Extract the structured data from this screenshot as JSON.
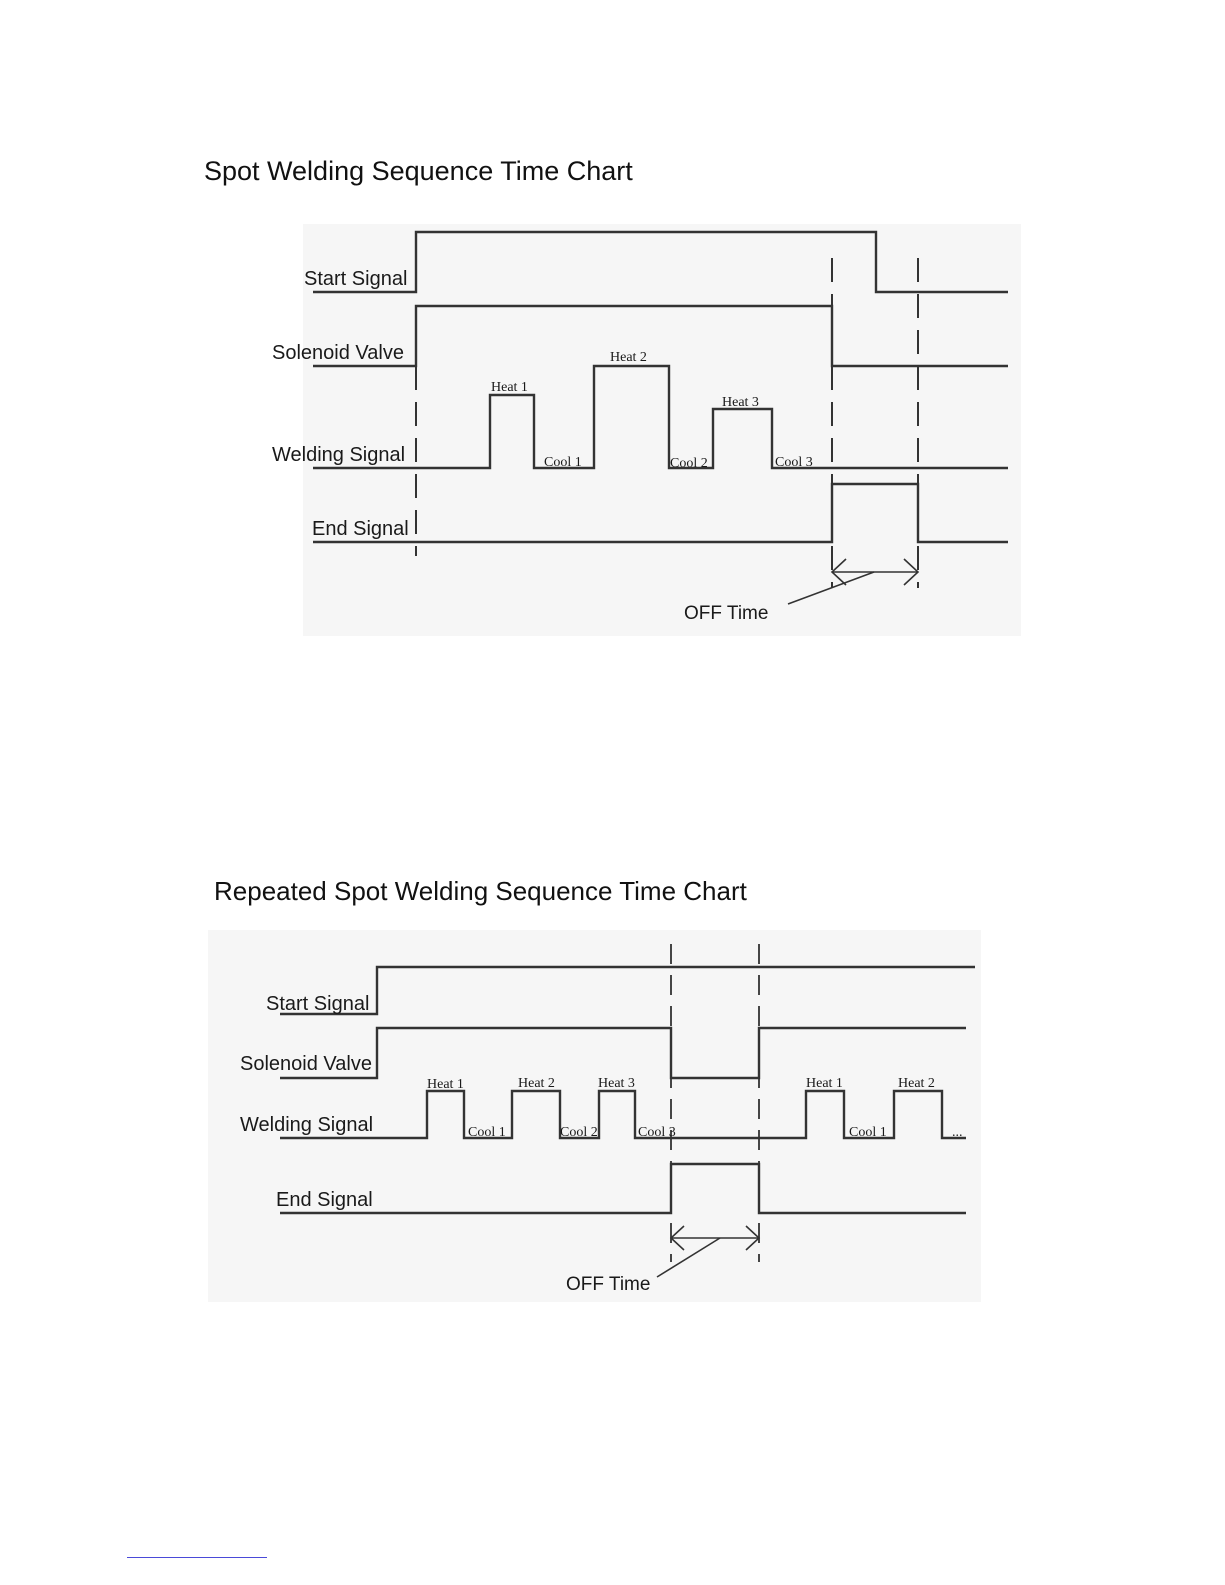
{
  "diagram1": {
    "title": "Spot Welding Sequence Time Chart",
    "labels": {
      "start_signal": "Start Signal",
      "solenoid_valve": "Solenoid Valve",
      "welding_signal": "Welding Signal",
      "end_signal": "End Signal",
      "heat1": "Heat 1",
      "heat2": "Heat 2",
      "heat3": "Heat 3",
      "cool1": "Cool 1",
      "cool2": "Cool 2",
      "cool3": "Cool 3",
      "off_time": "OFF Time"
    }
  },
  "diagram2": {
    "title": "Repeated Spot Welding Sequence Time Chart",
    "labels": {
      "start_signal": "Start Signal",
      "solenoid_valve": "Solenoid Valve",
      "welding_signal": "Welding Signal",
      "end_signal": "End Signal",
      "heat1": "Heat 1",
      "heat2": "Heat 2",
      "heat3": "Heat 3",
      "cool1": "Cool 1",
      "cool2": "Cool 2",
      "cool3": "Cool 3",
      "heat1_repeat": "Heat 1",
      "heat2_repeat": "Heat 2",
      "cool1_repeat": "Cool 1",
      "ellipsis": "...",
      "off_time": "OFF Time"
    }
  }
}
